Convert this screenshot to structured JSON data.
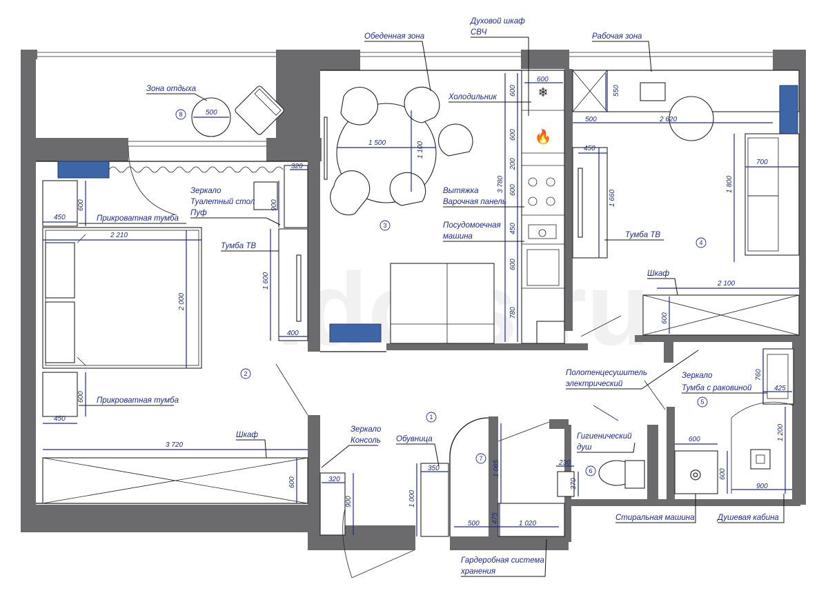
{
  "watermark": "idols.ru",
  "labels": {
    "dining_zone": "Обеденная зона",
    "oven": "Духовой шкаф",
    "microwave": "СВЧ",
    "work_zone": "Рабочая зона",
    "rest_zone": "Зона отдыха",
    "fridge": "Холодильник",
    "hood": "Вытяжка",
    "hob": "Варочная панель",
    "dishwasher_1": "Посудомоечная",
    "dishwasher_2": "машина",
    "mirror_1": "Зеркало",
    "vanity_table": "Туалетный стол",
    "pouf": "Пуф",
    "bedside_1": "Прикроватная тумба",
    "tv_stand_1": "Тумба ТВ",
    "tv_stand_2": "Тумба ТВ",
    "wardrobe_1": "Шкаф",
    "towel_1": "Полотенцесушитель",
    "towel_2": "электрический",
    "mirror_2": "Зеркало",
    "sink_cabinet": "Тумба с раковиной",
    "bedside_2": "Прикроватная тумба",
    "wardrobe_2": "Шкаф",
    "mirror_3": "Зеркало",
    "console": "Консоль",
    "shoe_rack": "Обувница",
    "hygienic_1": "Гигиенический",
    "hygienic_2": "душ",
    "washing_machine": "Стиральная машина",
    "shower": "Душевая кабина",
    "storage_1": "Гардеробная система",
    "storage_2": "хранения"
  },
  "rooms": [
    "1",
    "2",
    "3",
    "4",
    "5",
    "6",
    "7",
    "8"
  ],
  "dims": {
    "d600a": "600",
    "d550": "550",
    "d600b": "600",
    "d600c": "600",
    "d200": "200",
    "d1500": "1 500",
    "d1100": "1 100",
    "d3780": "3 780",
    "d600d": "600",
    "d450a": "450",
    "d500a": "500",
    "d2620": "2 620",
    "d450b": "450",
    "d1660": "1 660",
    "d700": "700",
    "d1800": "1 800",
    "d500b": "500",
    "d320a": "320",
    "d900a": "900",
    "d600e": "600",
    "d450c": "450",
    "d2210": "2 210",
    "d2000": "2 000",
    "d1600": "1 600",
    "d400": "400",
    "d600f": "600",
    "d780": "780",
    "d2100": "2 100",
    "d600g": "600",
    "d760": "760",
    "d425": "425",
    "d600h": "600",
    "d450d": "450",
    "d3720": "3 720",
    "d600i": "600",
    "d320b": "320",
    "d900b": "900",
    "d350": "350",
    "d1000": "1 000",
    "d1065": "1 065",
    "d230": "230",
    "d370": "370",
    "d600j": "600",
    "d1200": "1 200",
    "d600k": "600",
    "d900c": "900",
    "d500c": "500",
    "d475": "475",
    "d1020": "1 020"
  }
}
